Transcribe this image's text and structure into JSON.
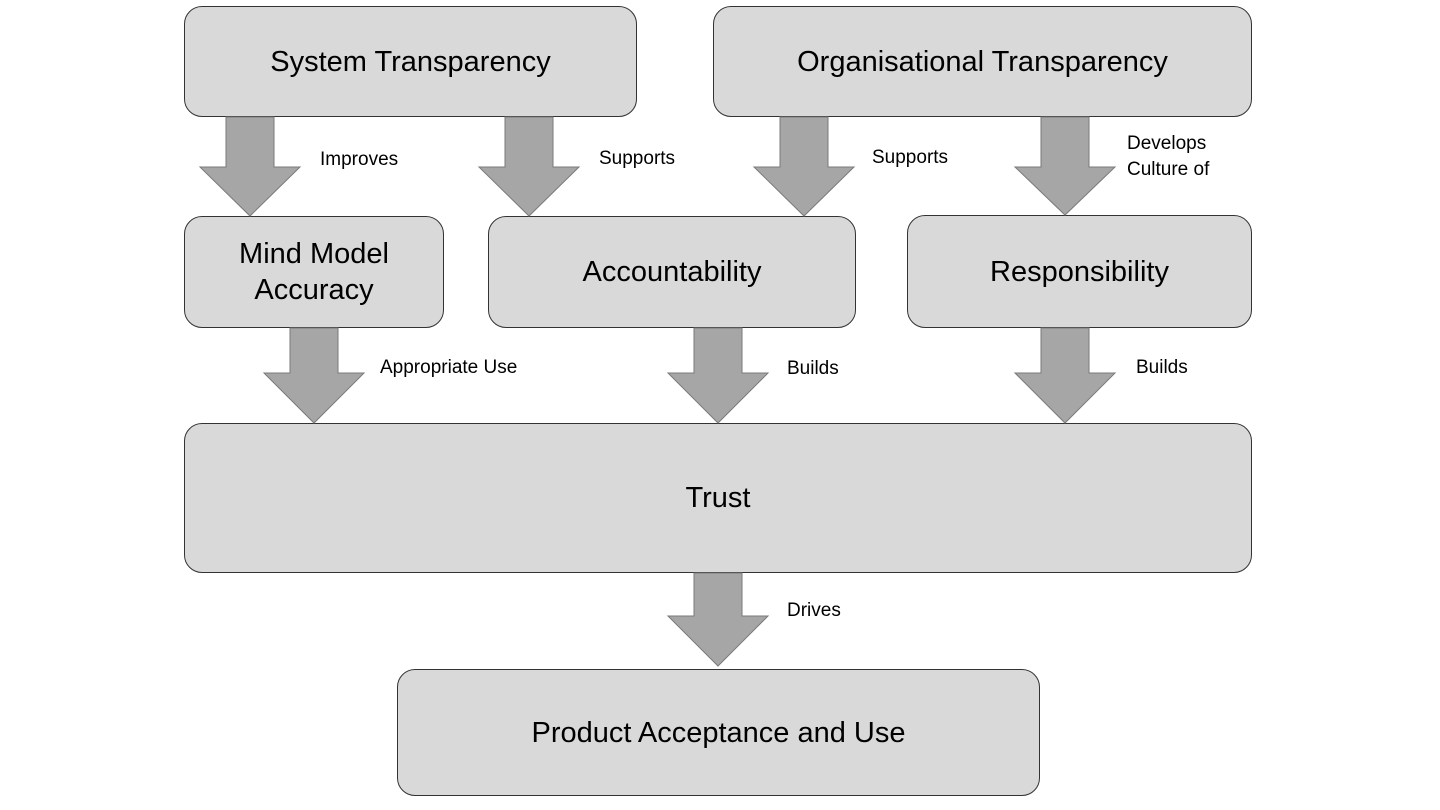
{
  "nodes": {
    "system_transparency": "System Transparency",
    "organisational_transparency": "Organisational Transparency",
    "mind_model_accuracy": [
      "Mind Model",
      "Accuracy"
    ],
    "accountability": "Accountability",
    "responsibility": "Responsibility",
    "trust": "Trust",
    "product_acceptance": "Product Acceptance and Use"
  },
  "edges": {
    "improves": "Improves",
    "supports_1": "Supports",
    "supports_2": "Supports",
    "develops_culture": [
      "Develops",
      "Culture of"
    ],
    "appropriate_use": "Appropriate Use",
    "builds_1": "Builds",
    "builds_2": "Builds",
    "drives": "Drives"
  },
  "colors": {
    "box_fill": "#d9d9d9",
    "arrow_fill": "#a6a6a6",
    "border": "#333333"
  }
}
